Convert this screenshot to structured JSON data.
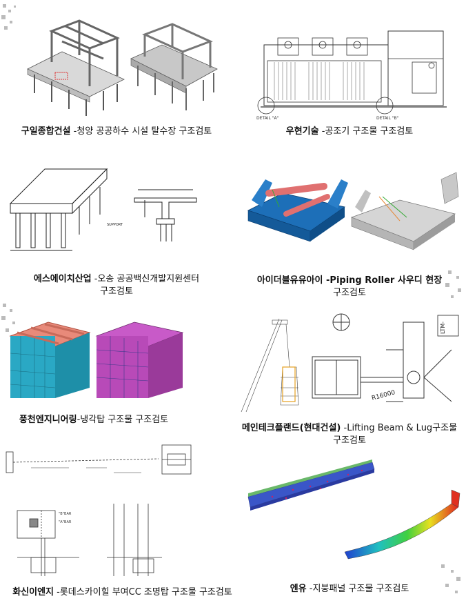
{
  "items": [
    {
      "company": "구일종합건설",
      "desc": " -청양 공공하수 시설 탈수장 구조검토"
    },
    {
      "company": "우현기술",
      "desc": " -공조기 구조물 구조검토",
      "detail_a": "DETAIL \"A\"",
      "detail_b": "DETAIL \"B\""
    },
    {
      "company": "에스에이치산업",
      "desc": " -오송 공공백신개발지원센터",
      "desc2": "구조검토",
      "label_beam": "SUPPORT"
    },
    {
      "company": "아이더블유유아이",
      "desc": " -Piping Roller 사우디 현장",
      "desc2": "구조검토"
    },
    {
      "company": "풍천엔지니어링",
      "desc": "-냉각탑  구조물 구조검토"
    },
    {
      "company": "메인테크플랜드(현대건설)",
      "desc": " -Lifting Beam & Lug구조물",
      "desc2": "구조검토",
      "radius_label": "R16000",
      "tag_label": "LTM-"
    },
    {
      "company": "화신이엔지",
      "desc": " -롯데스카이힐 부여CC 조명탑 구조물 구조검토",
      "bar_b": "\"B\"BAR",
      "bar_a": "\"A\"BAR"
    },
    {
      "company": "엔유",
      "desc": " -지붕패널 구조물 구조검토"
    }
  ]
}
